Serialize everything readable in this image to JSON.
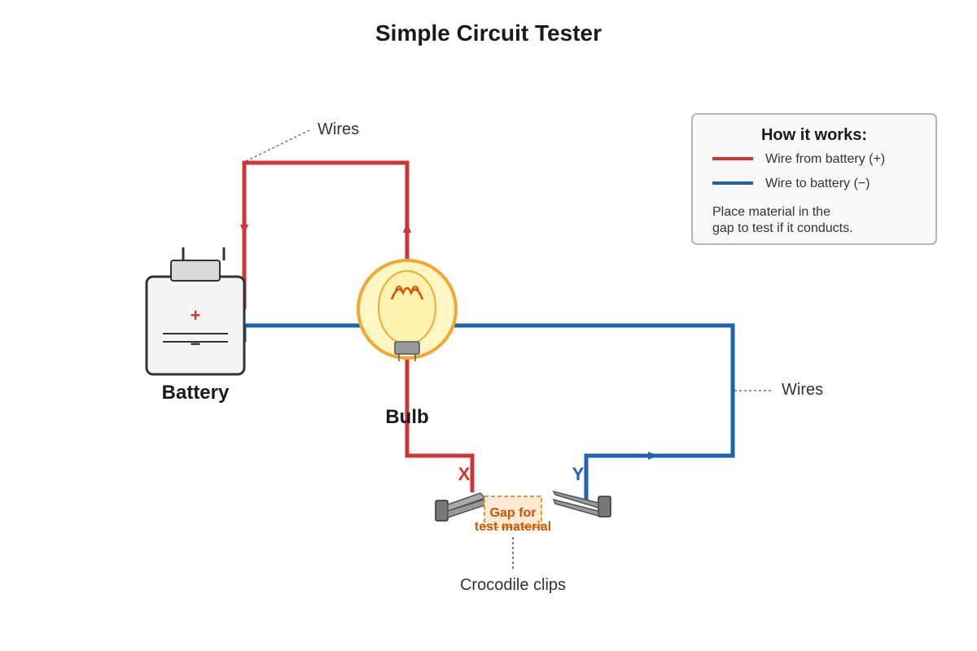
{
  "title": "Simple Circuit Tester",
  "colors": {
    "positive_wire": "#d03535",
    "negative_wire": "#1f63b0",
    "bulb_glow": "#fff6c4",
    "bulb_ring": "#f0a830",
    "gap_highlight": "#e67e22"
  },
  "components": {
    "battery": {
      "label": "Battery",
      "plus_sign": "+",
      "minus_sign": "−"
    },
    "bulb": {
      "label": "Bulb"
    },
    "clips": {
      "label": "Crocodile clips",
      "end_x": "X",
      "end_y": "Y"
    },
    "gap": {
      "line1": "Gap for",
      "line2": "test material"
    }
  },
  "callouts": {
    "wires_top": "Wires",
    "wires_right": "Wires"
  },
  "legend": {
    "title": "How it works:",
    "items": [
      {
        "label": "Wire from battery (+)",
        "color": "#d03535"
      },
      {
        "label": "Wire to battery (−)",
        "color": "#1f63b0"
      }
    ],
    "note_line1": "Place material in the",
    "note_line2": "gap to test if it conducts."
  }
}
